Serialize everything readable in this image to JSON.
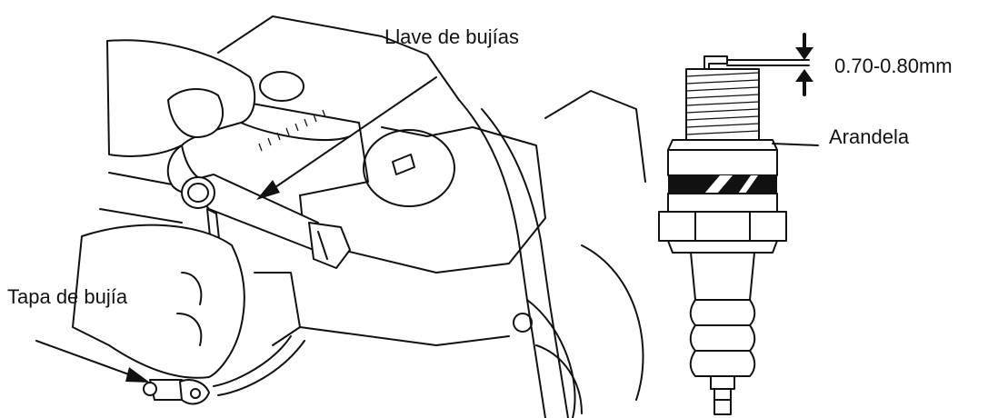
{
  "labels": {
    "wrench": "Llave de bujías",
    "cap": "Tapa de bujía",
    "gap": "0.70-0.80mm",
    "washer": "Arandela"
  },
  "colors": {
    "line": "#111111",
    "background": "#ffffff"
  },
  "icons": [
    "engine-illustration",
    "spark-plug-illustration",
    "gap-arrow-icon"
  ]
}
